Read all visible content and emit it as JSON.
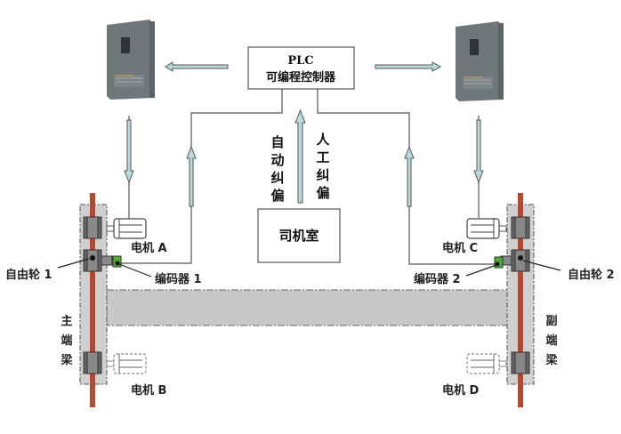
{
  "plc": {
    "line1": "PLC",
    "line2": "可编程控制器"
  },
  "cab": "司机室",
  "auto_correction": [
    "自",
    "动",
    "纠",
    "偏"
  ],
  "manual_correction": [
    "人",
    "工",
    "纠",
    "偏"
  ],
  "motors": {
    "a": "电机 A",
    "b": "电机 B",
    "c": "电机 C",
    "d": "电机 D"
  },
  "free_wheels": {
    "one": "自由轮 1",
    "two": "自由轮 2"
  },
  "encoders": {
    "one": "编码器 1",
    "two": "编码器 2"
  },
  "main_end_beam": [
    "主",
    "端",
    "梁"
  ],
  "secondary_end_beam": [
    "副",
    "端",
    "梁"
  ],
  "colors": {
    "rail": "#b5482e",
    "arrow": "#b8dada",
    "beam": "#c8c8c8",
    "inverter": "#6f7779",
    "encoder": "#4caf30"
  }
}
